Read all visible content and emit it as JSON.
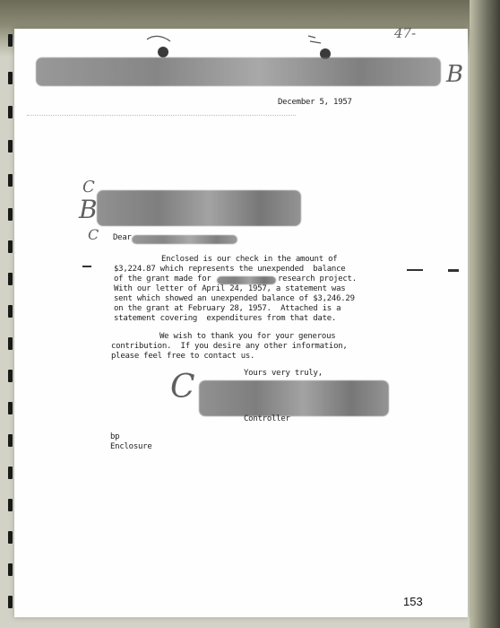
{
  "letter": {
    "date": "December 5, 1957",
    "salutation": "Dear",
    "body": [
      "Enclosed is our check in the amount of",
      "$3,224.87 which represents the unexpended  balance",
      "of the grant made for",
      "research project.",
      "With our letter of April 24, 1957, a statement was",
      "sent which showed an unexpended balance of $3,246.29",
      "on the grant at February 28, 1957.  Attached is a",
      "statement covering  expenditures from that date."
    ],
    "thanks": [
      "We wish to thank you for your generous",
      "contribution.  If you desire any other information,",
      "please feel free to contact us."
    ],
    "closing": "Yours very truly,",
    "signer_title": "Controller",
    "initials": "bp",
    "enclosure": "Enclosure"
  },
  "annotations": {
    "top_right": "47-",
    "mark_b_top": "B",
    "mark_c_address": "C",
    "mark_b_address": "B",
    "mark_c_salutation": "C",
    "mark_c_signature": "C"
  },
  "page_number": "153",
  "colors": {
    "paper": "#fefefe",
    "ink": "#1f1f1f",
    "redaction": "#6a6a6a",
    "pencil": "#5f5f5f"
  }
}
